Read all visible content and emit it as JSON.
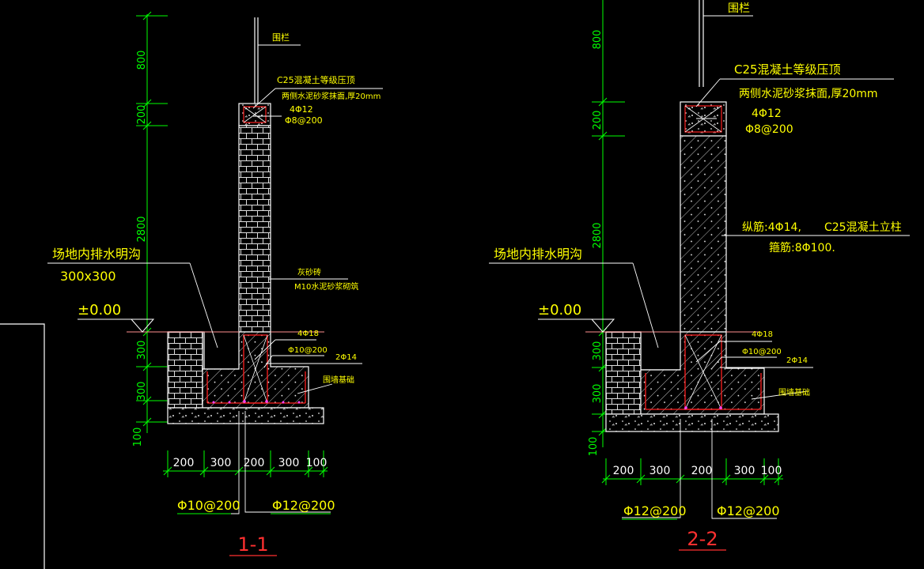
{
  "s1": {
    "dims_left": [
      "800",
      "200",
      "2800",
      "300",
      "300",
      "100"
    ],
    "dims_bottom": [
      "200",
      "300",
      "200",
      "300",
      "100"
    ],
    "rail": "围栏",
    "cap": "C25混凝土等级压顶",
    "plaster": "两侧水泥砂浆抹面,厚20mm",
    "cap_rebar1": "4Φ12",
    "cap_rebar2": "Φ8@200",
    "ditch": "场地内排水明沟",
    "ditch_size": "300x300",
    "elev": "±0.00",
    "wall1": "灰砂砖",
    "wall2": "M10水泥砂浆砌筑",
    "base_r1": "4Φ18",
    "base_r2": "Φ10@200",
    "base_r3": "2Φ14",
    "foundation": "围墙基础",
    "bottom_left": "Φ10@200",
    "bottom_right": "Φ12@200",
    "title": "1-1"
  },
  "s2": {
    "dims_left": [
      "800",
      "200",
      "2800",
      "300",
      "300",
      "100"
    ],
    "dims_bottom": [
      "200",
      "300",
      "200",
      "300",
      "100"
    ],
    "rail": "围栏",
    "cap": "C25混凝土等级压顶",
    "plaster": "两侧水泥砂浆抹面,厚20mm",
    "cap_rebar1": "4Φ12",
    "cap_rebar2": "Φ8@200",
    "ditch": "场地内排水明沟",
    "elev": "±0.00",
    "col1a": "纵筋:4Φ14,",
    "col1b": "C25混凝土立柱",
    "col2": "箍筋:8Φ100.",
    "base_r1": "4Φ18",
    "base_r2": "Φ10@200",
    "base_r3": "2Φ14",
    "foundation": "围墙基础",
    "bottom_left": "Φ12@200",
    "bottom_right": "Φ12@200",
    "title": "2-2"
  },
  "colors": {
    "dim": "#00ff00",
    "text": "#ffff00",
    "red": "#ff2020",
    "title": "#ff3030",
    "white": "#ffffff",
    "hatch": "#dddddd"
  }
}
